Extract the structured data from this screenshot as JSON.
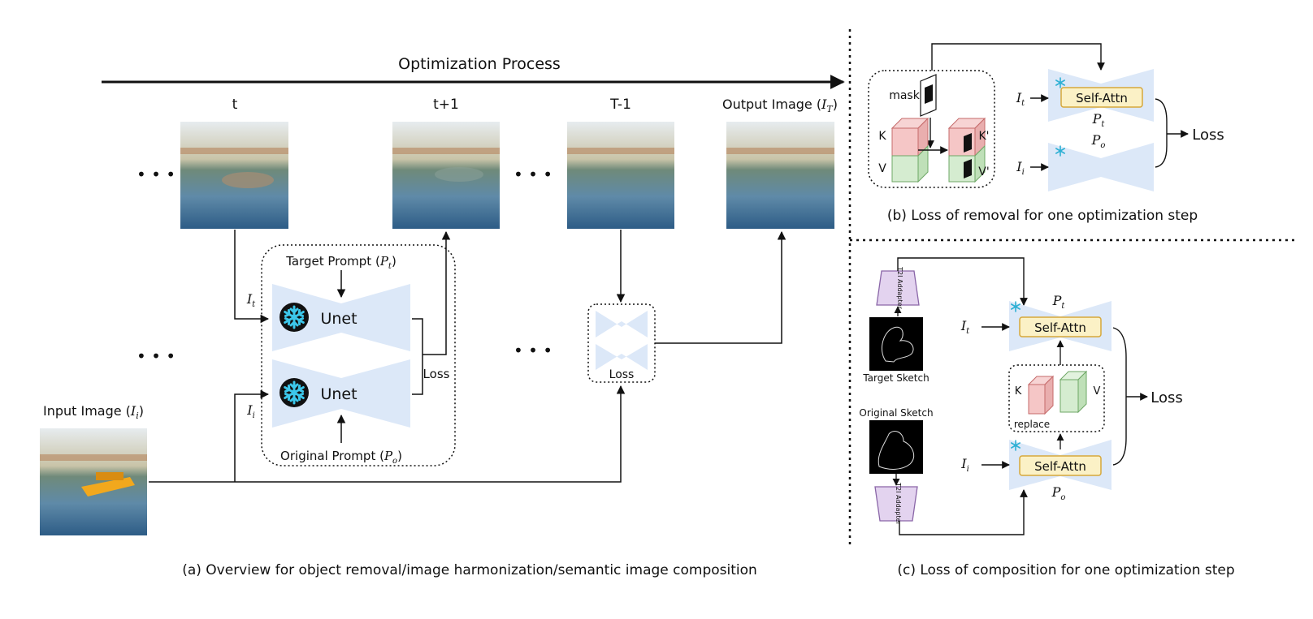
{
  "overview": {
    "process_label": "Optimization Process",
    "steps": [
      "t",
      "t+1",
      "T-1"
    ],
    "output_label": "Output Image (",
    "output_sym": "I",
    "output_sub": "T",
    "input_label": "Input Image (",
    "input_sym": "I",
    "input_sub": "i",
    "target_prompt": "Target Prompt (",
    "target_sym": "P",
    "target_sub": "t",
    "original_prompt": "Original Prompt (",
    "original_sym": "P",
    "original_sub": "o",
    "unet_label": "Unet",
    "loss_label": "Loss",
    "ellipsis": "• • •",
    "it_sym": "I",
    "it_sub": "t",
    "ii_sym": "I",
    "ii_sub": "i",
    "caption": "(a) Overview for object removal/image harmonization/semantic image composition"
  },
  "removal": {
    "mask_label": "mask",
    "k": "K",
    "v": "V",
    "k_prime": "K'",
    "v_prime": "V'",
    "self_attn": "Self-Attn",
    "pt_sym": "P",
    "pt_sub": "t",
    "po_sym": "P",
    "po_sub": "o",
    "it_sym": "I",
    "it_sub": "t",
    "ii_sym": "I",
    "ii_sub": "i",
    "loss": "Loss",
    "caption": "(b) Loss of removal for one optimization step"
  },
  "composition": {
    "adapter_label": "T2I Addapter",
    "target_sketch": "Target Sketch",
    "original_sketch": "Original Sketch",
    "self_attn": "Self-Attn",
    "k": "K",
    "v": "V",
    "replace": "replace",
    "pt_sym": "P",
    "pt_sub": "t",
    "po_sym": "P",
    "po_sub": "o",
    "it_sym": "I",
    "it_sub": "t",
    "ii_sym": "I",
    "ii_sub": "i",
    "loss": "Loss",
    "caption": "(c) Loss of composition for one optimization step"
  },
  "colors": {
    "unet_blue": "#dce8f8",
    "attn_yellow": "#fbf1c6",
    "attn_border": "#d6a73a",
    "k_red": "#f5c6c6",
    "v_green": "#d5ecd0",
    "adapter_purple": "#e3d3ef",
    "snow": "#2fb8d8"
  }
}
